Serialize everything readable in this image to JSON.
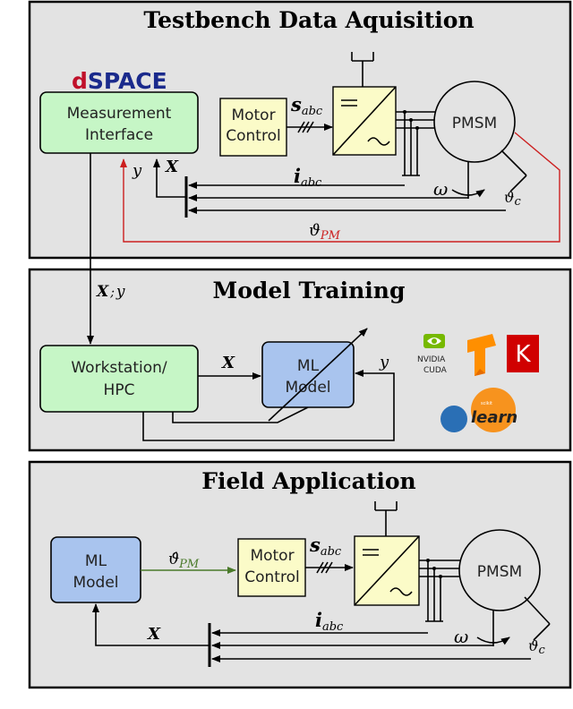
{
  "panels": {
    "acquisition": {
      "title": "Testbench Data Aquisition"
    },
    "training": {
      "title": "Model Training"
    },
    "field": {
      "title": "Field Application"
    }
  },
  "logos": {
    "dspace": {
      "prefix": "d",
      "word": "SPACE"
    },
    "nvidia": {
      "line1": "NVIDIA",
      "line2": "CUDA"
    },
    "keras": {
      "letter": "K"
    },
    "sklearn": {
      "word": "learn",
      "tiny": "scikit"
    }
  },
  "blocks": {
    "measurement_interface": {
      "line1": "Measurement",
      "line2": "Interface"
    },
    "motor_control": {
      "line1": "Motor",
      "line2": "Control"
    },
    "pmsm": "PMSM",
    "workstation": {
      "line1": "Workstation/",
      "line2": "HPC"
    },
    "ml_model": {
      "line1": "ML",
      "line2": "Model"
    }
  },
  "signals": {
    "s_main": "s",
    "s_sub": "abc",
    "i_main": "i",
    "i_sub": "abc",
    "X": "X",
    "y": "y",
    "omega": "ω",
    "theta": "ϑ",
    "theta_c_sub": "c",
    "theta_pm_sub": "PM",
    "theta_hat": "ϑ̂",
    "xy_X": "X",
    "xy_sep": ";",
    "xy_y": "y"
  },
  "colors": {
    "panel_bg": "#e3e3e3",
    "green_block": "#c6f6c6",
    "yellow_block": "#fbfbc8",
    "blue_block": "#a9c4ee",
    "red_signal": "#cc1f1f",
    "green_signal": "#4a7a2a",
    "dspace_red": "#c0102a",
    "dspace_blue": "#1a2a8c"
  }
}
